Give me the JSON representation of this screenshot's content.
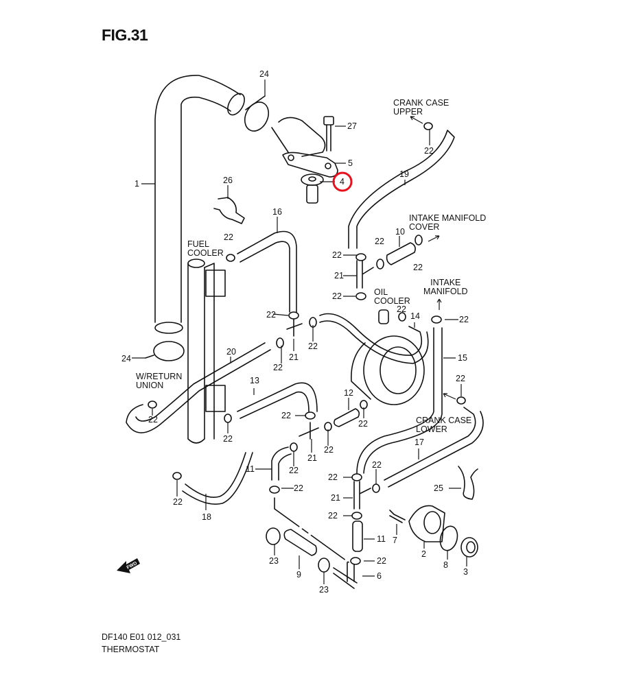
{
  "figure": {
    "title": "FIG.31",
    "code": "DF140 E01 012_031",
    "name": "THERMOSTAT",
    "highlight_color": "#e8101c",
    "highlighted_part": "4"
  },
  "annotations": {
    "crank_case_upper": "CRANK CASE\nUPPER",
    "intake_manifold_cover": "INTAKE MANIFOLD\nCOVER",
    "intake_manifold": "INTAKE\nMANIFOLD",
    "oil_cooler": "OIL\nCOOLER",
    "fuel_cooler": "FUEL\nCOOLER",
    "w_return_union": "W/RETURN\nUNION",
    "crank_case_lower": "CRANK CASE\nLOWER",
    "fwd": "FWD"
  },
  "callouts": {
    "p1": "1",
    "p2": "2",
    "p3": "3",
    "p4": "4",
    "p5": "5",
    "p6": "6",
    "p7": "7",
    "p8": "8",
    "p9": "9",
    "p10": "10",
    "p11a": "11",
    "p11b": "11",
    "p12": "12",
    "p13": "13",
    "p14": "14",
    "p15": "15",
    "p16": "16",
    "p17": "17",
    "p18": "18",
    "p19": "19",
    "p20": "20",
    "p21a": "21",
    "p21b": "21",
    "p21c": "21",
    "p21d": "21",
    "p22": "22",
    "p23a": "23",
    "p23b": "23",
    "p24a": "24",
    "p24b": "24",
    "p25": "25",
    "p26": "26",
    "p27": "27"
  }
}
